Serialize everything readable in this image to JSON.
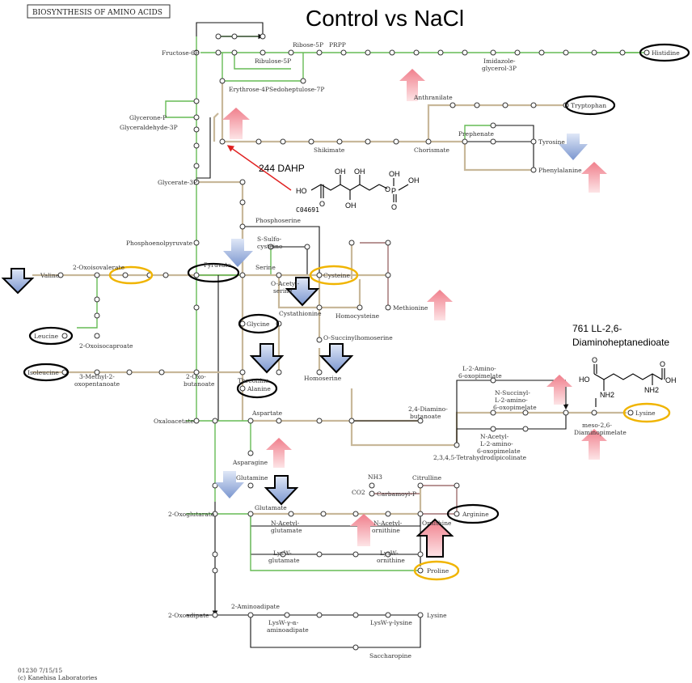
{
  "header": {
    "box_title": "BIOSYNTHESIS OF AMINO ACIDS",
    "main_title": "Control vs NaCl"
  },
  "footer": {
    "code": "01230 7/15/15",
    "copyright": "(c) Kanehisa Laboratories"
  },
  "annotations": {
    "dahp_label": "244 DAHP",
    "dahp_code": "C04691",
    "dap_label_1": "761 LL-2,6-",
    "dap_label_2": "Diaminoheptanedioate",
    "struct_ho": "HO",
    "struct_oh": "OH",
    "struct_o": "O",
    "struct_p": "P",
    "struct_nh2": "NH2"
  },
  "metabolites": {
    "fructose6p": "Fructose-6P",
    "ribulose5p": "Ribulose-5P",
    "ribose5p": "Ribose-5P",
    "prpp": "PRPP",
    "imidazole": "Imidazole-",
    "imidazole2": "glycerol-3P",
    "histidine": "Histidine",
    "erythrose4p": "Erythrose-4P",
    "sedoheptulose": "Sedoheptulose-7P",
    "anthranilate": "Anthranilate",
    "tryptophan": "Tryptophan",
    "glyceroneP": "Glycerone-P",
    "glyceraldehyde": "Glyceraldehyde-3P",
    "shikimate": "Shikimate",
    "chorismate": "Chorismate",
    "prephenate": "Prephenate",
    "tyrosine": "Tyrosine",
    "phenylalanine": "Phenylalanine",
    "glycerate3p": "Glycerate-3P",
    "phosphoserine": "Phosphoserine",
    "pep": "Phosphoenolpyruvate",
    "ssulfo": "S-Sulfo-",
    "ssulfo2": "cysteine",
    "valine": "Valine",
    "oxoisovalerate": "2-Oxoisovalerate",
    "pyruvate": "Pyruvate",
    "serine": "Serine",
    "cysteine": "Cysteine",
    "oacetyl": "O-Acetyl-",
    "oacetyl2": "serine",
    "cystathionine": "Cystathionine",
    "homocysteine": "Homocysteine",
    "methionine": "Methionine",
    "leucine": "Leucine",
    "oxoisocaproate": "2-Oxoisocaproate",
    "glycine": "Glycine",
    "osuccinyl": "O-Succinylhomoserine",
    "isoleucine": "Isoleucine",
    "methyloxo": "3-Methyl-2-",
    "methyloxo2": "oxopentanoate",
    "oxobutanoate": "2-Oxo-",
    "oxobutanoate2": "butanoate",
    "threonine": "Threonine",
    "homoserine": "Homoserine",
    "alanine": "Alanine",
    "l2amino": "L-2-Amino-",
    "l2amino2": "6-oxopimelate",
    "aspartate": "Aspartate",
    "diaminobutanoate": "2,4-Diamino-",
    "diaminobutanoate2": "butanoate",
    "nsuccinyl": "N-Succinyl-",
    "nsuccinyl2": "L-2-amino-",
    "nsuccinyl3": "6-oxopimelate",
    "nacetyl": "N-Acetyl-",
    "nacetyl2": "L-2-amino-",
    "nacetyl3": "6-oxopimelate",
    "oxaloacetate": "Oxaloacetate",
    "lysine": "Lysine",
    "mesodap": "meso-2,6-",
    "mesodap2": "Diaminopimelate",
    "asparagine": "Asparagine",
    "tetrahydro": "2,3,4,5-Tetrahydrodipicolinate",
    "glutamine": "Glutamine",
    "nh3": "NH3",
    "citrulline": "Citrulline",
    "co2": "CO2",
    "carbamoyl": "Carbamoyl-P",
    "glutamate": "Glutamate",
    "oxoglutarate": "2-Oxoglutarate",
    "arginine": "Arginine",
    "nacetylglu": "N-Acetyl-",
    "nacetylglu2": "glutamate",
    "nacetylorn": "N-Acetyl-",
    "nacetylorn2": "ornithine",
    "ornithine": "Ornithine",
    "lyswglu": "LysW-",
    "lyswglu2": "glutamate",
    "lyswom": "LysW-",
    "lyswom2": "ornithine",
    "proline": "Proline",
    "aminoadipate": "2-Aminoadipate",
    "oxoadipate": "2-Oxoadipate",
    "lysine2": "Lysine",
    "lyswgamma": "LysW-γ-α-",
    "lyswgamma2": "aminoadipate",
    "lyswlysine": "LysW-γ-lysine",
    "saccharopine": "Saccharopine"
  },
  "colors": {
    "up_arrow": "#f4a0a8",
    "down_arrow": "#8fa8d8",
    "highlight_black": "#000000",
    "highlight_orange": "#f0b400",
    "pathway_green": "#66bb55",
    "pathway_tan": "#c8b89a",
    "red_pointer": "#e02020"
  }
}
